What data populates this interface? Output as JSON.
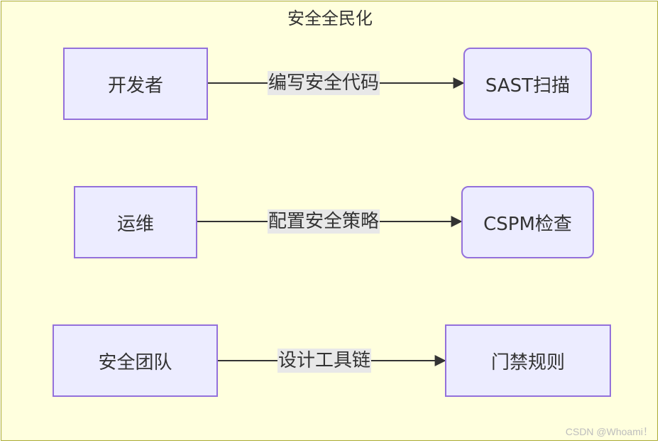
{
  "diagram": {
    "title": "安全全民化",
    "rows": [
      {
        "source": "开发者",
        "edge_label": "编写安全代码",
        "target": "SAST扫描"
      },
      {
        "source": "运维",
        "edge_label": "配置安全策略",
        "target": "CSPM检查"
      },
      {
        "source": "安全团队",
        "edge_label": "设计工具链",
        "target": "门禁规则"
      }
    ]
  },
  "watermark": "CSDN @Whoami！",
  "colors": {
    "frame_fill": "#ffffde",
    "frame_border": "#aaaa33",
    "node_fill": "#ececff",
    "node_border": "#9370db",
    "edge_label_bg": "#e8e8e8",
    "line": "#333333"
  }
}
